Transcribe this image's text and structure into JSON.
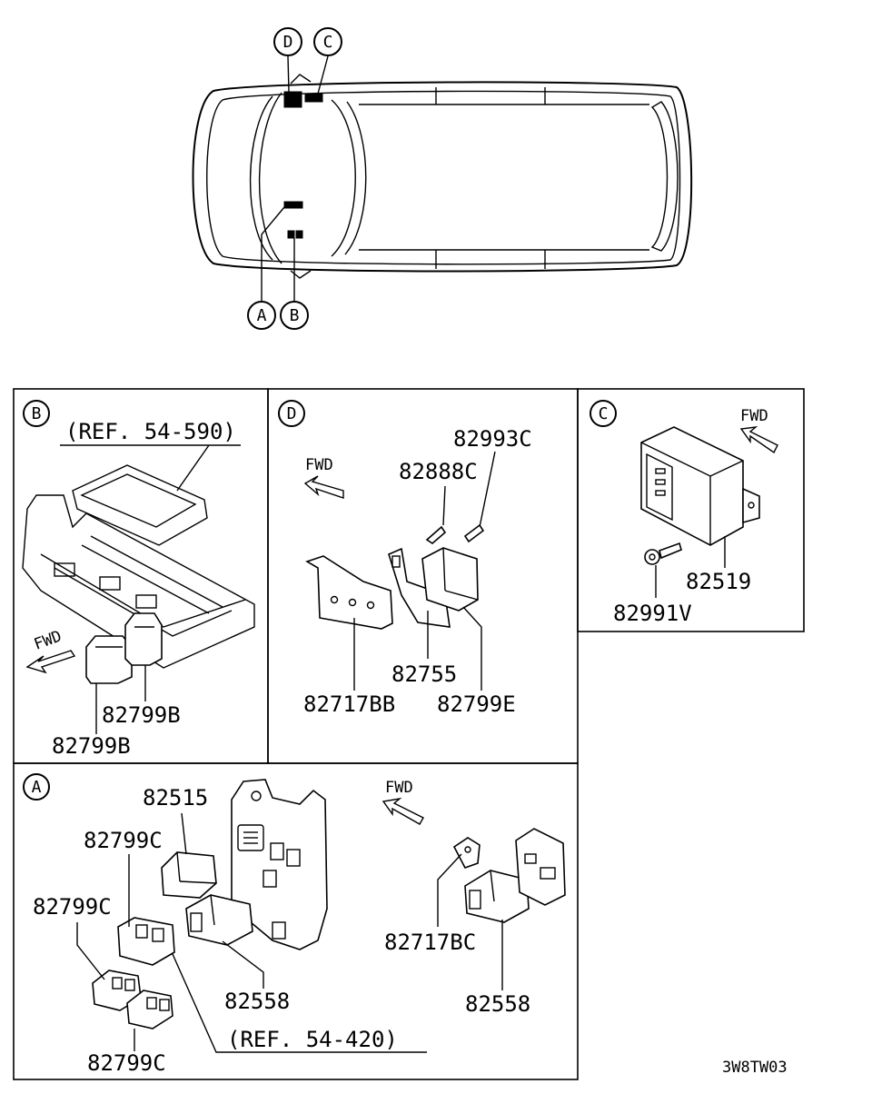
{
  "locators": {
    "A": "A",
    "B": "B",
    "C": "C",
    "D": "D"
  },
  "panels": {
    "B": {
      "letter": "B",
      "ref": "(REF. 54-590)",
      "fwd": "FWD",
      "parts": [
        "82799B",
        "82799B"
      ]
    },
    "D": {
      "letter": "D",
      "fwd": "FWD",
      "parts": [
        "82993C",
        "82888C",
        "82755",
        "82717BB",
        "82799E"
      ]
    },
    "C": {
      "letter": "C",
      "fwd": "FWD",
      "parts": [
        "82519",
        "82991V"
      ]
    },
    "A": {
      "letter": "A",
      "fwd": "FWD",
      "ref": "(REF. 54-420)",
      "parts": [
        "82515",
        "82799C",
        "82799C",
        "82558",
        "82799C",
        "82717BC",
        "82558"
      ]
    }
  },
  "diagram_code": "3W8TW03"
}
